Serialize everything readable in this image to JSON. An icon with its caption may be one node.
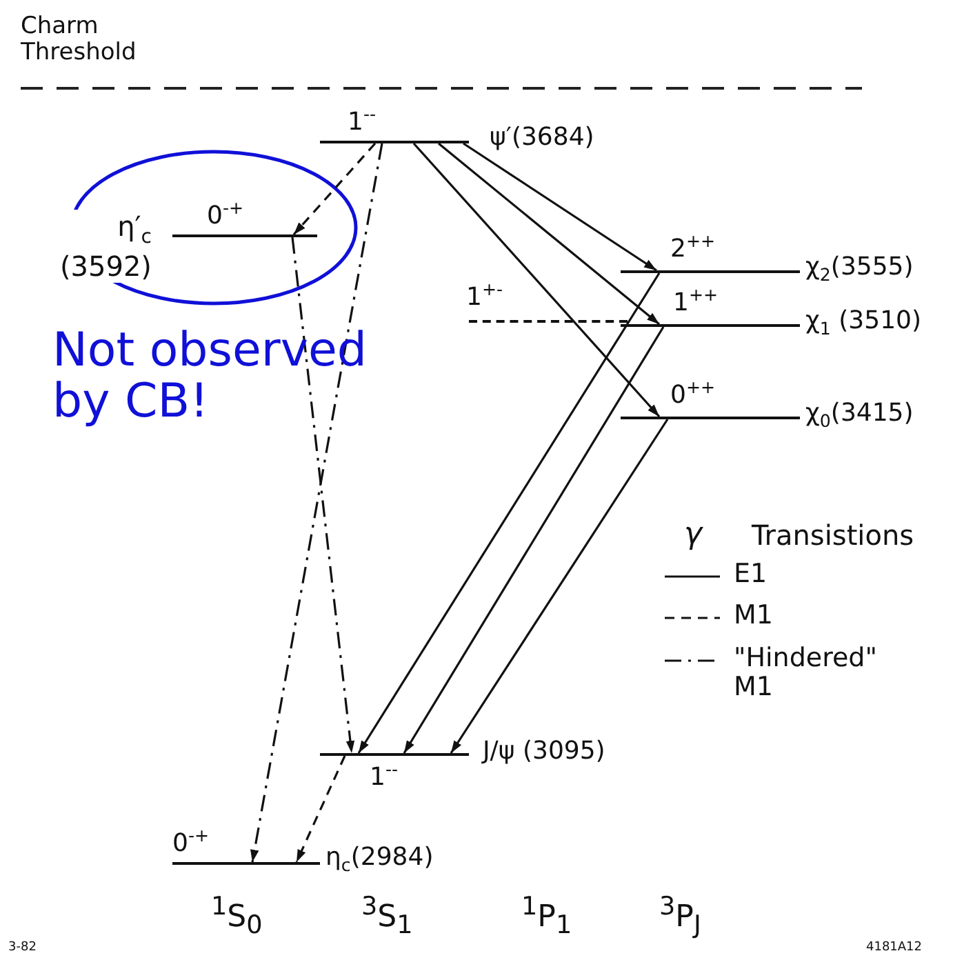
{
  "diagram": {
    "nodes": [
      {
        "text": [
          "1$^{--}$",
          "ψ′(3684)"
        ]
      },
      {
        "text": [
          "0$^{-+}$",
          "η′$_{c}$ (3592)"
        ]
      },
      {
        "text": [
          "2$^{++}$",
          "χ$_{2}$(3555)"
        ]
      },
      {
        "text": [
          "1$^{+-}$"
        ]
      },
      {
        "text": [
          "1$^{++}$",
          "χ$_{1}$ (3510)"
        ]
      },
      {
        "text": [
          "0$^{++}$",
          "χ$_{0}$(3415)"
        ]
      },
      {
        "text": [
          "1$^{--}$",
          "J/ψ (3095)"
        ]
      },
      {
        "text": [
          "0$^{-+}$",
          "η$_{c}$(2984)"
        ]
      }
    ],
    "edges": [
      {
        "from": 0,
        "to": 1,
        "arrow": "to",
        "style": "dashed"
      },
      {
        "from": 0,
        "to": 2,
        "arrow": "to"
      },
      {
        "from": 0,
        "to": 4,
        "arrow": "to"
      },
      {
        "from": 0,
        "to": 5,
        "arrow": "to"
      },
      {
        "from": 2,
        "to": 6,
        "arrow": "to"
      },
      {
        "from": 4,
        "to": 6,
        "arrow": "to"
      },
      {
        "from": 5,
        "to": 6,
        "arrow": "to"
      },
      {
        "from": 0,
        "to": 7,
        "arrow": "to",
        "style": "dashed"
      },
      {
        "from": 1,
        "to": 6,
        "arrow": "to",
        "style": "dashed"
      },
      {
        "from": 6,
        "to": 7,
        "arrow": "to",
        "style": "dashed"
      }
    ],
    "labels": [
      "Charm Threshold",
      "Not observed by CB!",
      "γ",
      "Transistions",
      "$^{1}$S$_{0}$",
      "$^{3}$S$_{1}$",
      "$^{1}$P$_{1}$",
      "$^{3}$P$_{J}$",
      "3-82",
      "4181A12"
    ],
    "legend": [
      {
        "text": "E1"
      },
      {
        "text": "M1"
      },
      {
        "text": "\"Hindered\" M1"
      }
    ]
  }
}
